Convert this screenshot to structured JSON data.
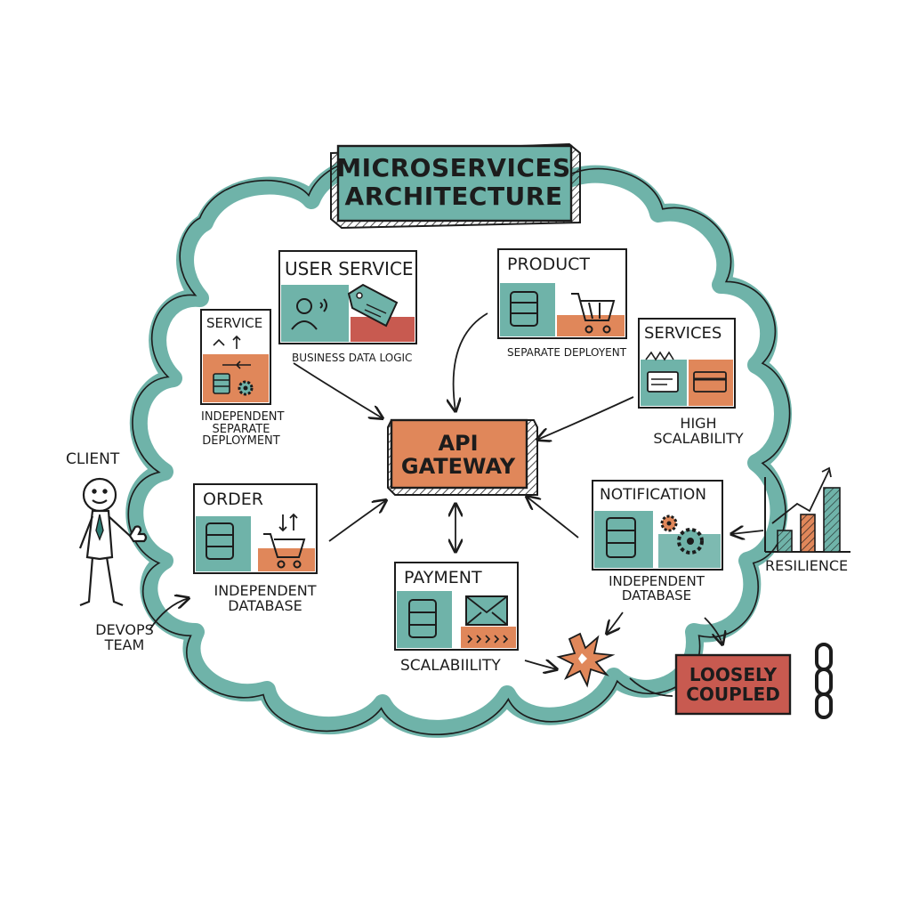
{
  "colors": {
    "teal": "#6fb3a9",
    "teal_dark": "#2e7d74",
    "orange": "#e0875a",
    "red": "#c85a50",
    "ink": "#1c1c1c"
  },
  "title": {
    "line1": "MICROSERVICES",
    "line2": "ARCHITECTURE"
  },
  "gateway": {
    "line1": "API",
    "line2": "GATEWAY"
  },
  "services": {
    "user_service": {
      "title": "USER SERVICE",
      "caption": "BUSINESS DATA LOGIC",
      "icons": [
        "user-icon",
        "tag-icon"
      ]
    },
    "service": {
      "title": "SERVICE",
      "caption": [
        "INDEPENDENT",
        "SEPARATE",
        "DEPLOYMENT"
      ],
      "icons": [
        "database-icon",
        "gear-icon"
      ]
    },
    "product": {
      "title": "PRODUCT",
      "caption": "SEPARATE DEPLOYENT",
      "icons": [
        "database-icon",
        "cart-icon"
      ]
    },
    "services": {
      "title": "SERVICES",
      "caption": [
        "HIGH",
        "SCALABILITY"
      ],
      "icons": [
        "card-icon",
        "card-icon"
      ]
    },
    "order": {
      "title": "ORDER",
      "caption": [
        "INDEPENDENT",
        "DATABASE"
      ],
      "icons": [
        "database-icon",
        "cart-icon"
      ]
    },
    "payment": {
      "title": "PAYMENT",
      "caption": "SCALABIILITY",
      "icons": [
        "database-icon",
        "envelope-icon"
      ]
    },
    "notification": {
      "title": "NOTIFICATION",
      "caption": [
        "INDEPENDENT",
        "DATABASE"
      ],
      "icons": [
        "database-icon",
        "gear-icon"
      ]
    }
  },
  "actors": {
    "client": "CLIENT",
    "devops": [
      "DEVOPS",
      "TEAM"
    ]
  },
  "resilience": "RESILIENCE",
  "loosely_coupled": {
    "line1": "LOOSELY",
    "line2": "COUPLED"
  },
  "icons": [
    "stick-figure-icon",
    "chain-icon",
    "burst-icon",
    "bar-chart-icon"
  ]
}
